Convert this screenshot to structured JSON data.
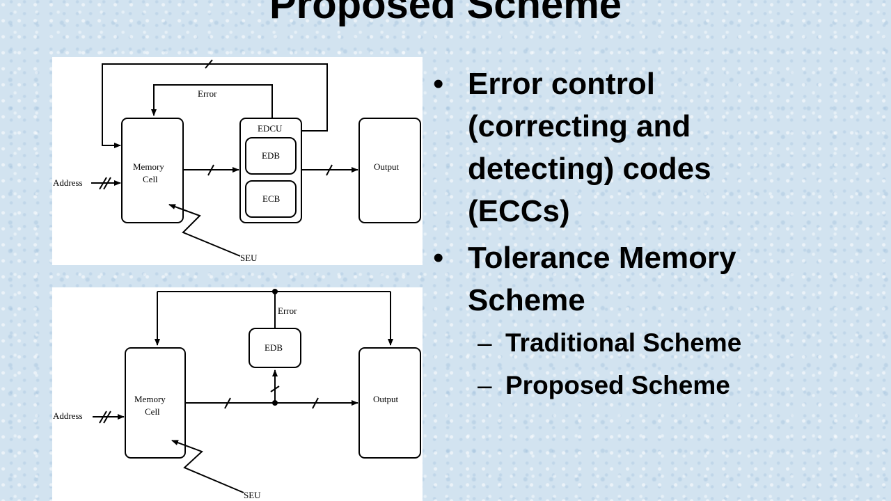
{
  "slide": {
    "title": "Proposed Scheme"
  },
  "diagram_traditional": {
    "error_label": "Error",
    "edcu_label": "EDCU",
    "memory_cell_line1": "Memory",
    "memory_cell_line2": "Cell",
    "edb_label": "EDB",
    "ecb_label": "ECB",
    "output_label": "Output",
    "address_label": "Address",
    "seu_label": "SEU"
  },
  "diagram_proposed": {
    "error_label": "Error",
    "edb_label": "EDB",
    "memory_cell_line1": "Memory",
    "memory_cell_line2": "Cell",
    "output_label": "Output",
    "address_label": "Address",
    "seu_label": "SEU"
  },
  "bullets": [
    {
      "bullet_char": "•",
      "lines": [
        "Error control",
        "(correcting and",
        "detecting) codes",
        "(ECCs)"
      ]
    },
    {
      "bullet_char": "•",
      "lines": [
        "Tolerance Memory",
        "Scheme"
      ],
      "sub_items": [
        {
          "dash": "–",
          "text": "Traditional Scheme"
        },
        {
          "dash": "–",
          "text": "Proposed Scheme"
        }
      ]
    }
  ]
}
